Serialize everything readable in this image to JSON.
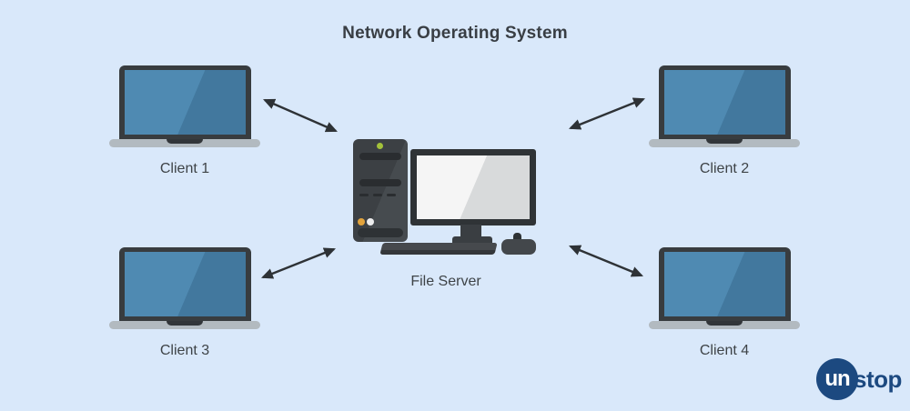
{
  "title": "Network Operating System",
  "diagram": {
    "type": "network-topology",
    "server": {
      "label": "File Server",
      "icon": "desktop-computer-icon",
      "position": "center"
    },
    "clients": [
      {
        "label": "Client 1",
        "icon": "laptop-icon",
        "position": "top-left"
      },
      {
        "label": "Client 2",
        "icon": "laptop-icon",
        "position": "top-right"
      },
      {
        "label": "Client 3",
        "icon": "laptop-icon",
        "position": "bottom-left"
      },
      {
        "label": "Client 4",
        "icon": "laptop-icon",
        "position": "bottom-right"
      }
    ],
    "connections": [
      {
        "from": "Client 1",
        "to": "File Server",
        "bidirectional": true
      },
      {
        "from": "Client 2",
        "to": "File Server",
        "bidirectional": true
      },
      {
        "from": "Client 3",
        "to": "File Server",
        "bidirectional": true
      },
      {
        "from": "Client 4",
        "to": "File Server",
        "bidirectional": true
      }
    ]
  },
  "logo": {
    "circle_text": "un",
    "rest_text": "stop"
  },
  "colors": {
    "background": "#D9E8FA",
    "text": "#3E4347",
    "laptop_screen_light": "#4F8AB2",
    "laptop_screen_dark": "#42789E",
    "laptop_base_gray": "#B2BAC0",
    "device_dark": "#3F4347",
    "arrow": "#2E3236",
    "logo_navy": "#1C4980",
    "led_green": "#A3C13A",
    "led_orange": "#E2A33C",
    "monitor_screen": "#F5F5F5"
  }
}
